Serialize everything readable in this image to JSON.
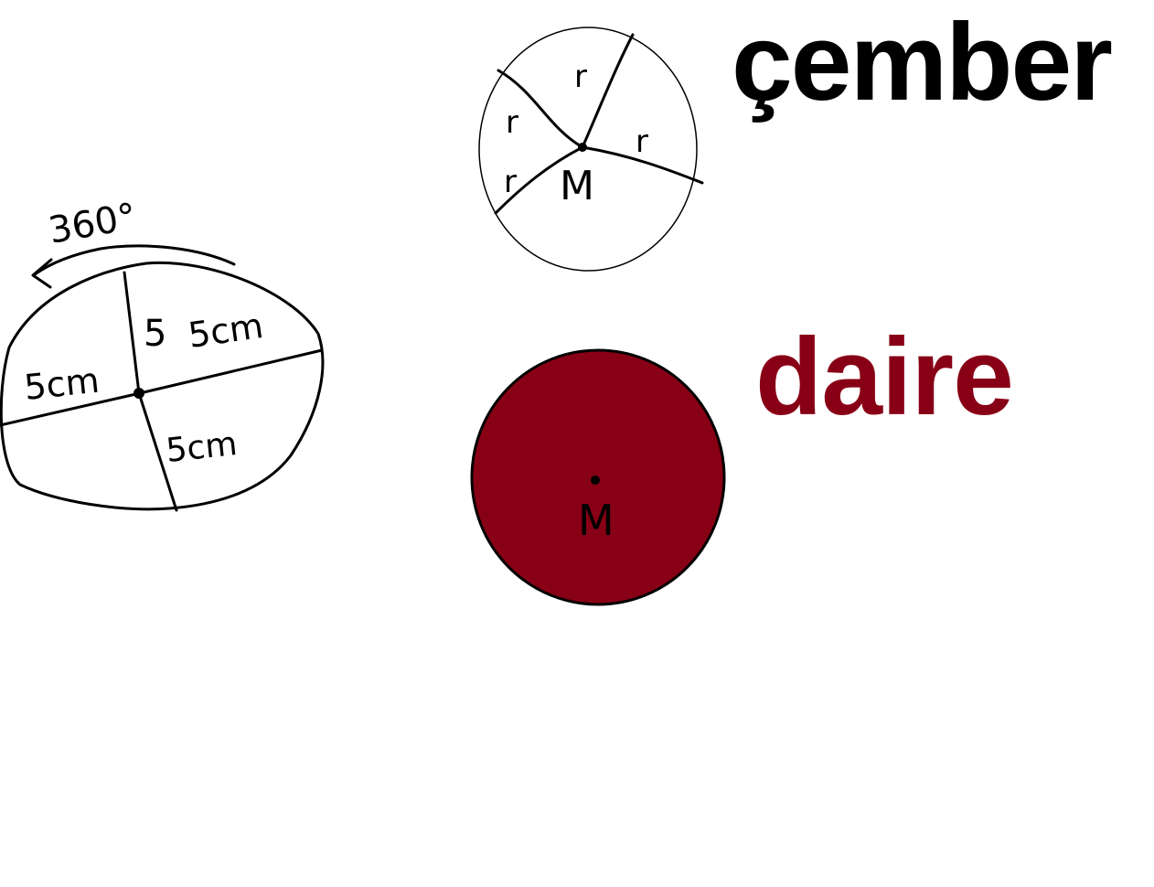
{
  "titles": {
    "cember": "çember",
    "daire": "daire"
  },
  "colors": {
    "cember_title": "#000000",
    "daire_title": "#880015",
    "daire_fill": "#880015",
    "stroke": "#000000"
  },
  "sketch": {
    "angle_label": "360°",
    "radius_labels": [
      "5",
      "5cm",
      "5cm",
      "5cm"
    ]
  },
  "cember_figure": {
    "radius_labels": [
      "r",
      "r",
      "r",
      "r"
    ],
    "center_label": "M"
  },
  "daire_figure": {
    "center_label": "M"
  }
}
